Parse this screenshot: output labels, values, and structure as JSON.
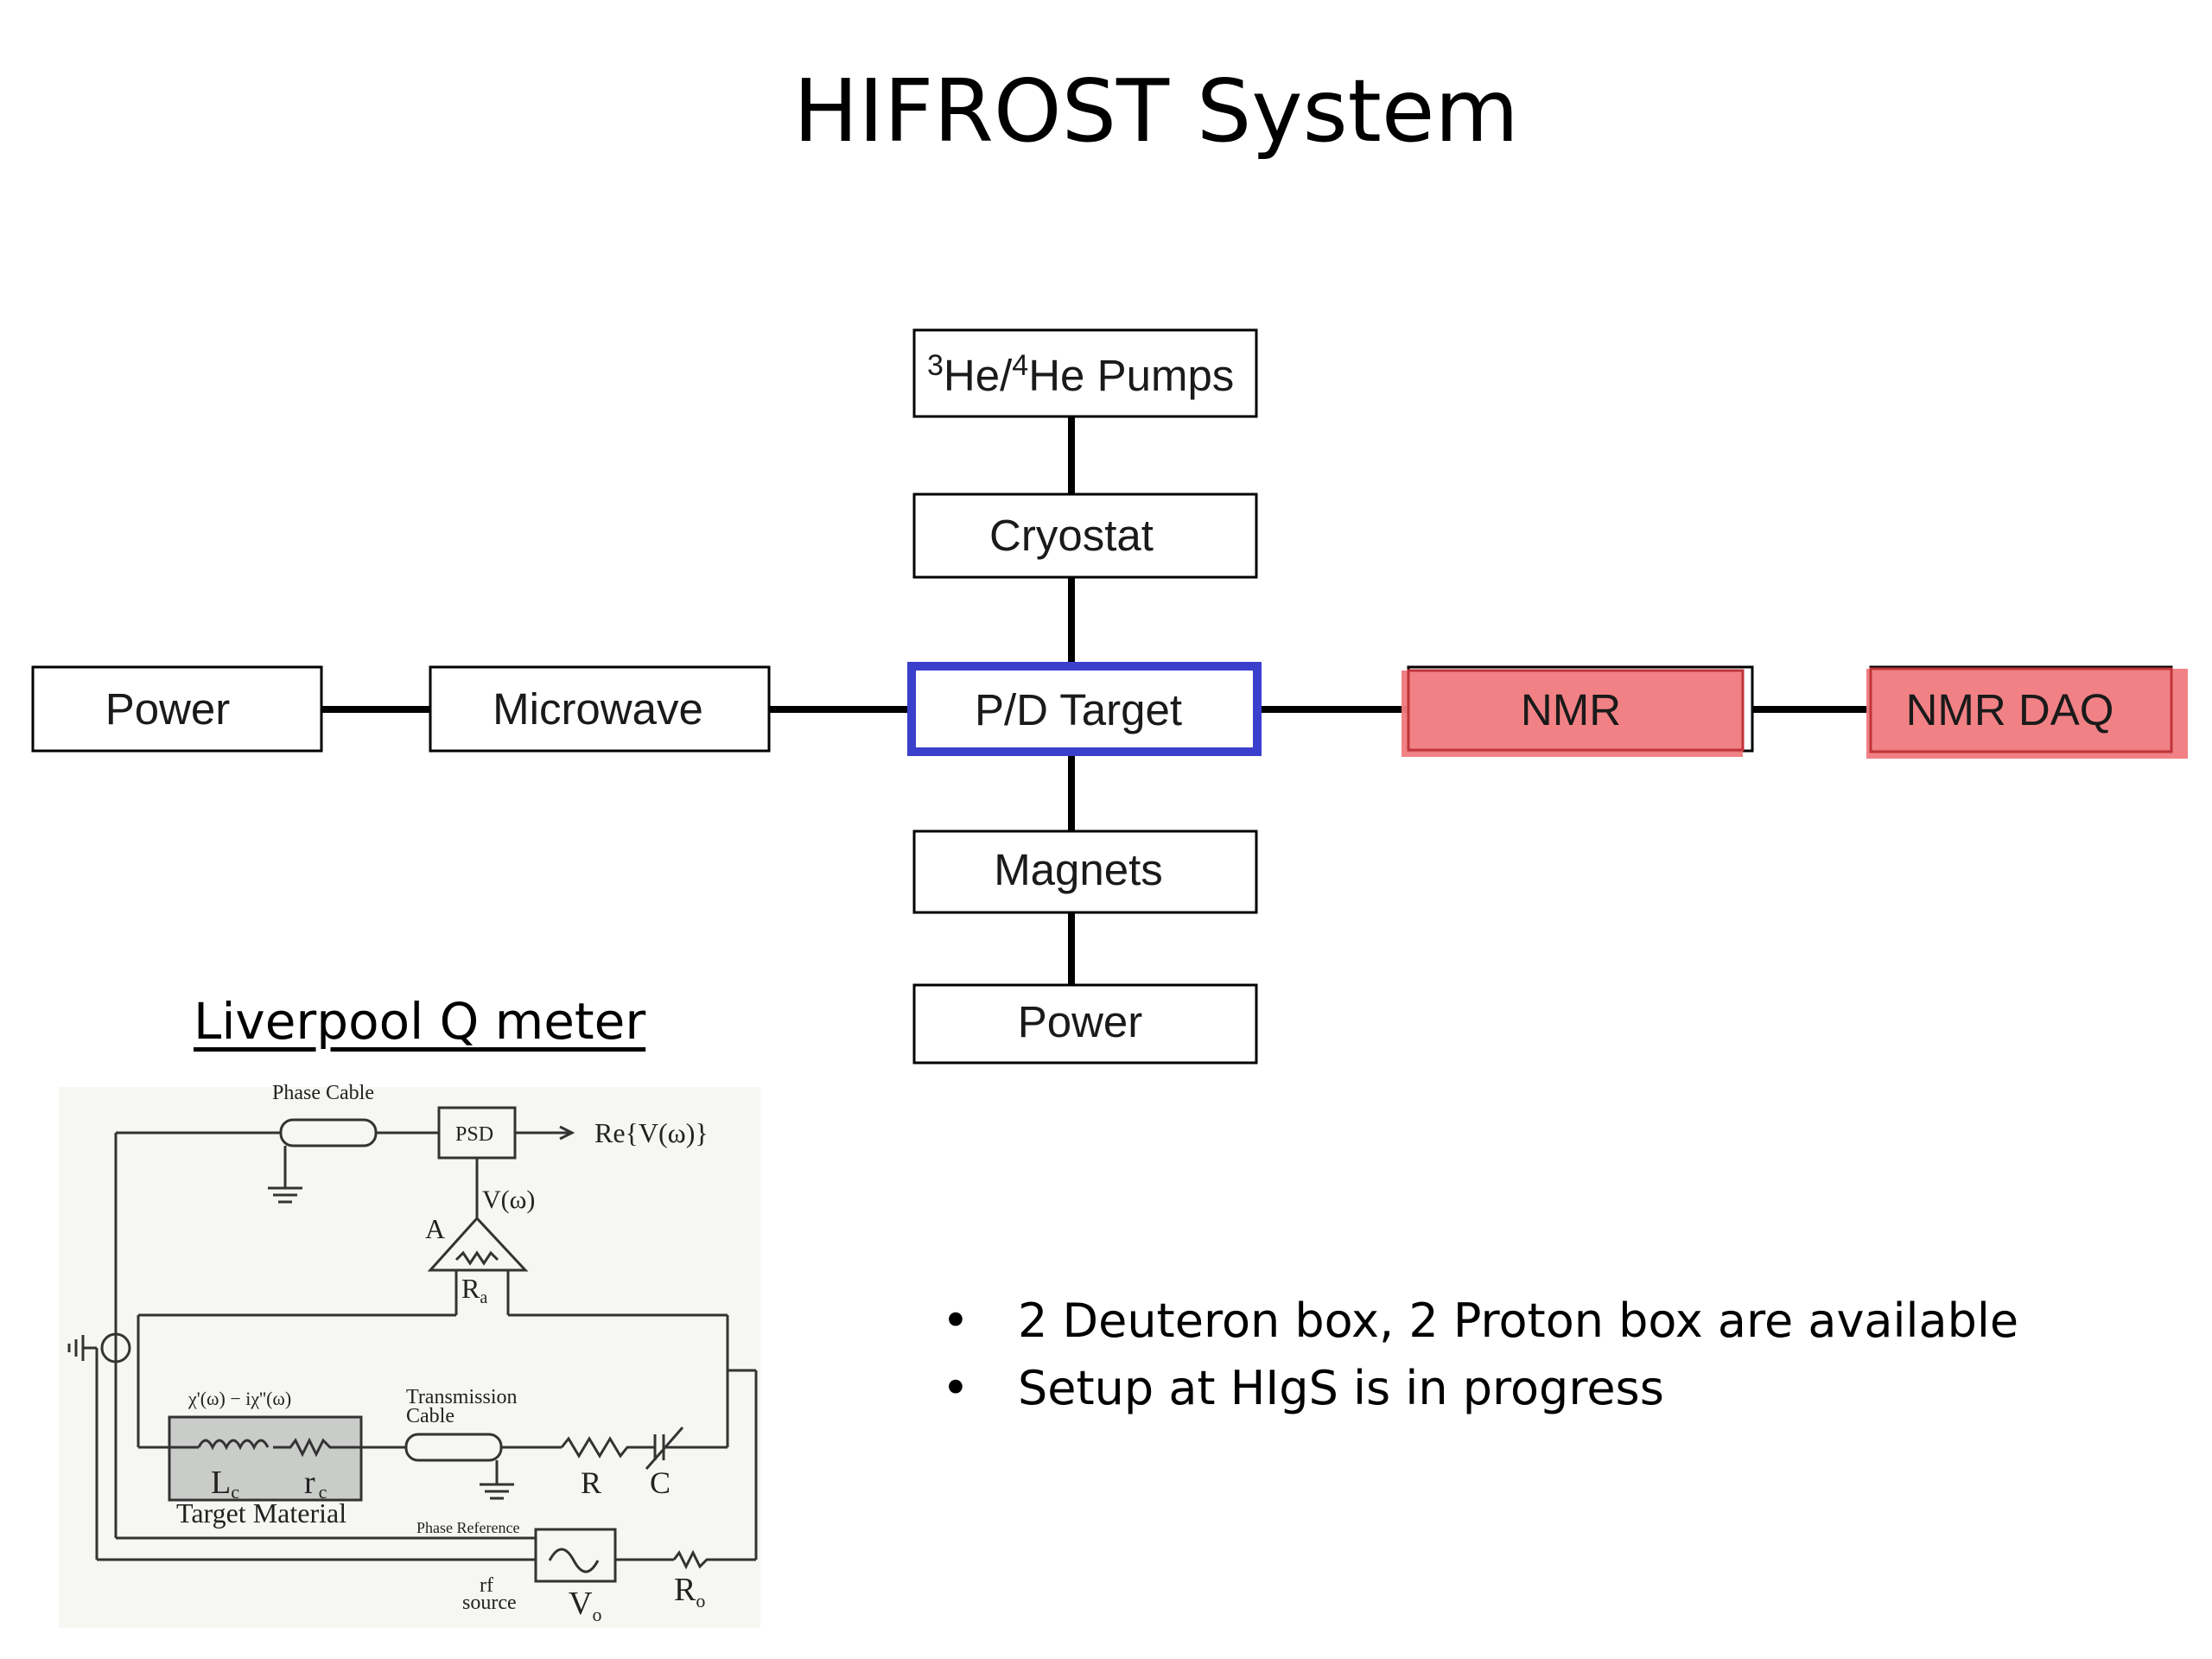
{
  "title": "HIFROST System",
  "blocks": {
    "pumps": {
      "pre1": "3",
      "mid1": "He/",
      "pre2": "4",
      "mid2": "He Pumps"
    },
    "cryostat": "Cryostat",
    "target": "P/D Target",
    "magnets": "Magnets",
    "power_bottom": "Power",
    "power_left": "Power",
    "microwave": "Microwave",
    "nmr": "NMR",
    "nmr_daq": "NMR DAQ"
  },
  "colors": {
    "target_border": "#3a3fcc",
    "highlight_fill": "#f07a7e",
    "highlight_border": "#c0343a"
  },
  "qmeter": {
    "title": "Liverpool Q meter",
    "labels": {
      "phase_cable": "Phase Cable",
      "psd": "PSD",
      "re_v": "Re{V(ω)}",
      "v_omega": "V(ω)",
      "amp": "A",
      "ra": "R",
      "ra_sub": "a",
      "chi": "χ'(ω) − iχ''(ω)",
      "transmission1": "Transmission",
      "transmission2": "Cable",
      "lc": "L",
      "lc_sub": "c",
      "rc": "r",
      "rc_sub": "c",
      "target_material": "Target Material",
      "r": "R",
      "c": "C",
      "phase_reference": "Phase Reference",
      "rf1": "rf",
      "rf2": "source",
      "vo": "V",
      "vo_sub": "o",
      "ro": "R",
      "ro_sub": "o"
    }
  },
  "bullets": [
    "2 Deuteron box, 2 Proton box are available",
    "Setup at HIgS is in progress"
  ]
}
